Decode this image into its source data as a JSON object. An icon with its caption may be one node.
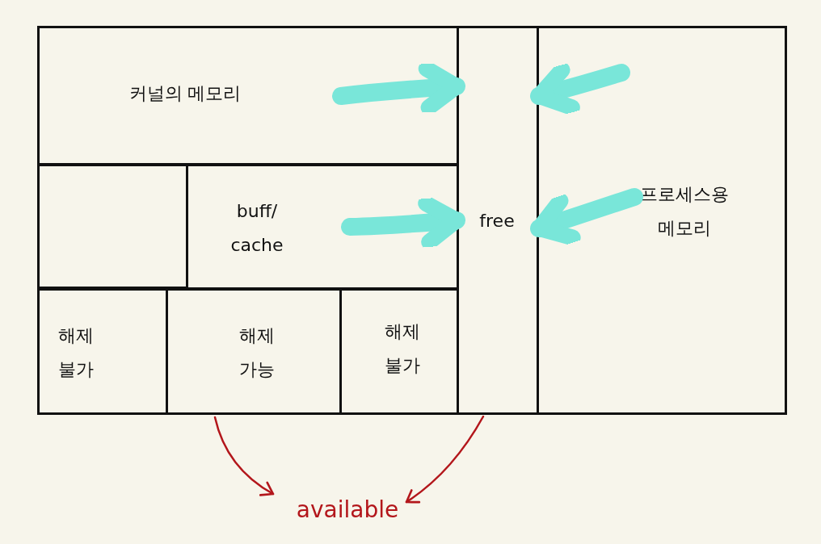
{
  "diagram": {
    "nodes": [
      {
        "text": [
          "커널의 메모리"
        ]
      },
      {
        "text": [],
        "shape": "box"
      },
      {
        "text": [
          "buff/ cache"
        ]
      },
      {
        "text": [
          "해제 불가"
        ]
      },
      {
        "text": [
          "해제 가능"
        ]
      },
      {
        "text": [
          "해제 불가"
        ]
      },
      {
        "text": [
          "free"
        ]
      },
      {
        "text": [
          "프로세스용 메모리"
        ]
      },
      {
        "text": [
          "available"
        ]
      }
    ],
    "edges": [
      {
        "from": 0,
        "to": 6,
        "arrow": "to"
      },
      {
        "from": 2,
        "to": 6,
        "arrow": "to"
      },
      {
        "from": 7,
        "to": 6,
        "arrow": "to"
      },
      {
        "from": 7,
        "to": 6,
        "arrow": "to"
      },
      {
        "from": 4,
        "to": 8,
        "arrow": "to",
        "color": "#b3161b"
      },
      {
        "from": 6,
        "to": 8,
        "arrow": "to",
        "color": "#b3161b"
      }
    ]
  }
}
